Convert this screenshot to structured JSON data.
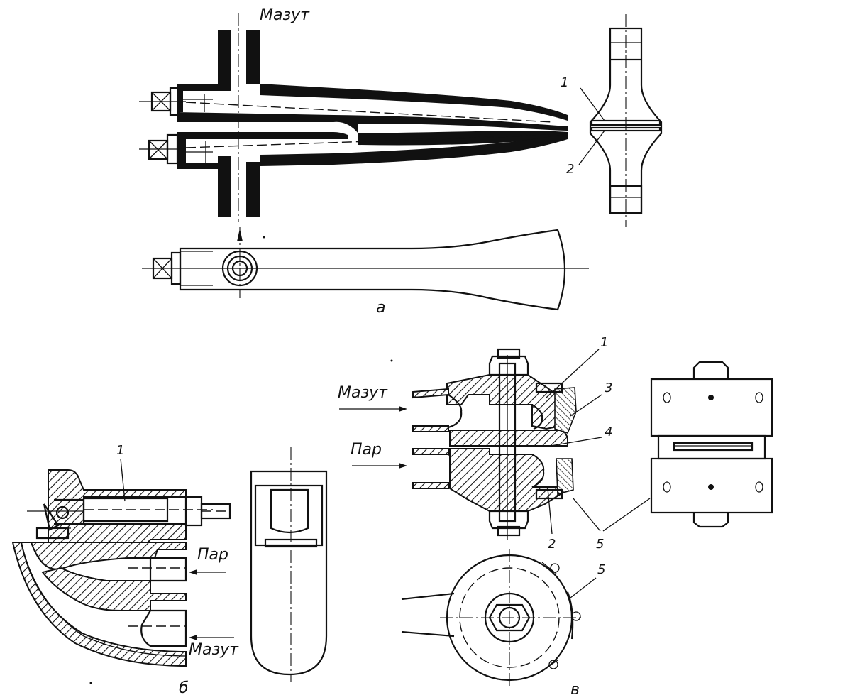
{
  "labels": {
    "mazut_top": "Мазут",
    "callout_1_a": "1",
    "callout_2_a": "2",
    "view_a": "а",
    "mazut_v": "Мазут",
    "par_v": "Пар",
    "callout_1_v": "1",
    "callout_2_v": "2",
    "callout_3_v": "3",
    "callout_4_v": "4",
    "callout_5_v": "5",
    "callout_5_v_bottom": "5",
    "callout_1_b": "1",
    "par_b": "Пар",
    "mazut_b": "Мазут",
    "view_b": "б",
    "view_v": "в"
  }
}
